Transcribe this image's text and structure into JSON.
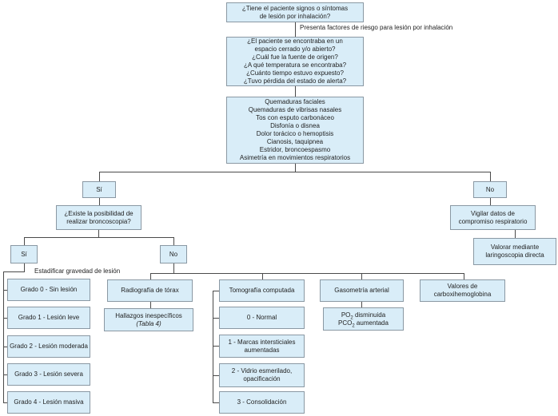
{
  "diagram": {
    "language": "es",
    "topic": "Algoritmo de lesión por inhalación"
  },
  "colors": {
    "box_fill": "#d9edf8",
    "box_border": "#8a98a3",
    "line": "#4a4a4a",
    "text": "#1f1f1f"
  },
  "nodes": {
    "q_signs": {
      "line1": "¿Tiene el paciente signos o síntomas",
      "line2": "de lesión por inhalación?"
    },
    "edge_label_risk": "Presenta factores de riesgo para lesión por inhalación",
    "q_history": {
      "line1": "¿El paciente se encontraba en un",
      "line2": "espacio cerrado y/o abierto?",
      "line3": "¿Cuál fue la fuente de origen?",
      "line4": "¿A qué temperatura se encontraba?",
      "line5": "¿Cuánto tiempo estuvo expuesto?",
      "line6": "¿Tuvo pérdida del estado de alerta?"
    },
    "signs_list": {
      "line1": "Quemaduras faciales",
      "line2": "Quemaduras de vibrisas nasales",
      "line3": "Tos con esputo carbonáceo",
      "line4": "Disfonía o disnea",
      "line5": "Dolor torácico o hemoptisis",
      "line6": "Cianosis, taquipnea",
      "line7": "Estridor, broncoespasmo",
      "line8": "Asimetría en movimientos respiratorios"
    },
    "yes1": "Sí",
    "no1": "No",
    "bronchoscopy": {
      "line1": "¿Existe la posibilidad de",
      "line2": "realizar broncoscopia?"
    },
    "monitor": {
      "line1": "Vigilar datos de",
      "line2": "compromiso respiratorio"
    },
    "laryngoscopy": {
      "line1": "Valorar mediante",
      "line2": "laringoscopia directa"
    },
    "yes2": "Sí",
    "no2": "No",
    "label_staging": "Estadificar gravedad de lesión",
    "grades": [
      "Grado 0 - Sin lesión",
      "Grado 1 - Lesión leve",
      "Grado 2 - Lesión moderada",
      "Grado 3 - Lesión severa",
      "Grado 4 - Lesión masiva"
    ],
    "xray": "Radiografía de tórax",
    "xray_findings": {
      "line1": "Hallazgos inespecíficos",
      "line2": "(Tabla 4)"
    },
    "ct": "Tomografía computada",
    "ct_grades": {
      "g0": {
        "line1": "0 - Normal"
      },
      "g1": {
        "line1": "1 - Marcas intersticiales",
        "line2": "aumentadas"
      },
      "g2": {
        "line1": "2 - Vidrio esmerilado,",
        "line2": "opacificación"
      },
      "g3": {
        "line1": "3 - Consolidación"
      }
    },
    "abg": "Gasometría arterial",
    "abg_findings": {
      "l1_pre": "PO",
      "l1_sub": "2",
      "l1_post": " disminuida",
      "l2_pre": "PCO",
      "l2_sub": "2",
      "l2_post": " aumentada"
    },
    "cohb": {
      "line1": "Valores de",
      "line2": "carboxihemoglobina"
    }
  }
}
